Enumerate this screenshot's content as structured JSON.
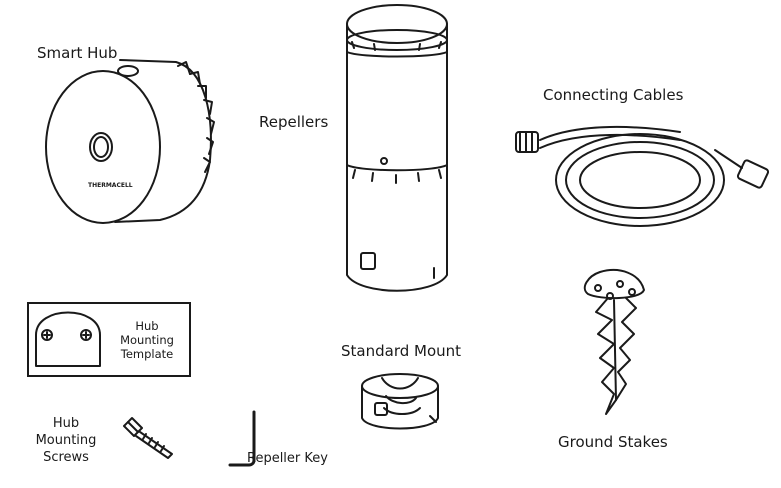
{
  "labels": {
    "smart_hub": "Smart Hub",
    "repellers": "Repellers",
    "connecting_cables": "Connecting Cables",
    "standard_mount": "Standard Mount",
    "ground_stakes": "Ground Stakes",
    "repeller_key": "Repeller Key",
    "hub_mounting_template": [
      "Hub",
      "Mounting",
      "Template"
    ],
    "hub_mounting_screws": [
      "Hub",
      "Mounting",
      "Screws"
    ]
  },
  "logo_text": "THERMACELL"
}
